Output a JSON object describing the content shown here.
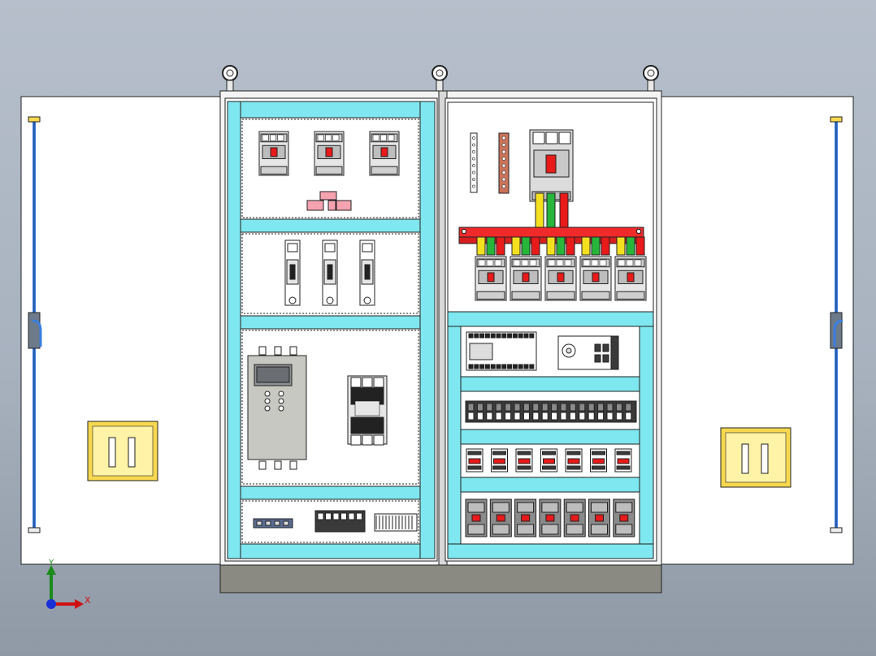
{
  "scene": {
    "type": "electrical-control-cabinet-cad-model",
    "view": "front",
    "background_color": "#a9b3bf",
    "cabinet_color": "#ffffff",
    "mounting_frame_color": "#7fe7ef",
    "busbar_color": "#f02a2a",
    "handle_plate_color": "#f7d84f",
    "door_rod_color": "#3a7fe0",
    "plinth_color": "#8a8a82"
  },
  "axis_triad": {
    "x_label": "X",
    "y_label": "Y",
    "x_color": "#d01010",
    "y_color": "#1a8a1a",
    "z_color": "#1a2ed8"
  },
  "left_bay": {
    "top_breakers": 3,
    "fuses": 3,
    "soft_starter_buttons": 6,
    "contactor_poles": 3,
    "terminal_blocks": 3
  },
  "right_bay": {
    "main_breaker": 1,
    "distribution_breakers": 5,
    "breaker_terminal_colors": [
      "#f5e020",
      "#27b53a",
      "#e81a1a"
    ],
    "relays": 7,
    "mini_switches": 7,
    "terminal_strip_ways": 18
  }
}
